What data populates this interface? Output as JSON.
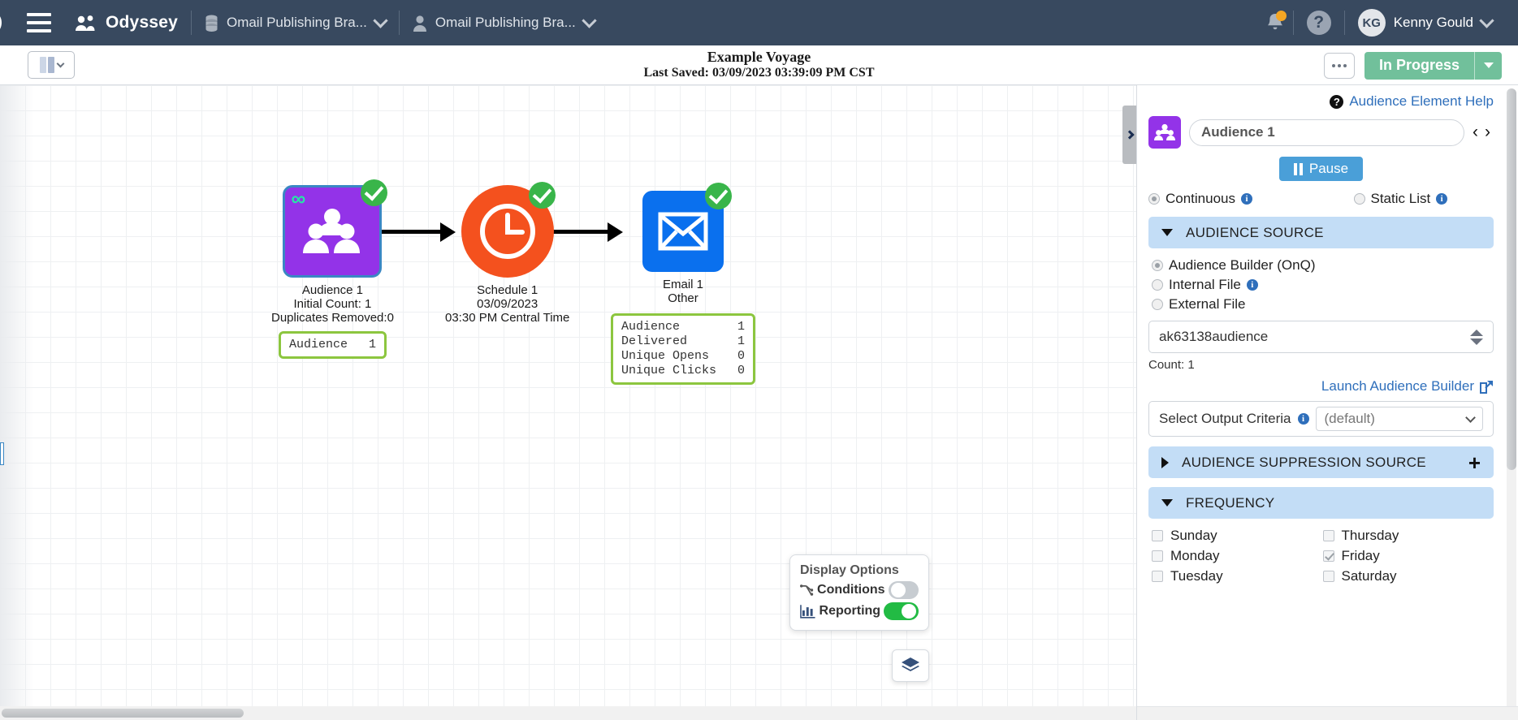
{
  "topnav": {
    "app_name": "Odyssey",
    "database_selector": "Omail Publishing Bra...",
    "account_selector": "Omail Publishing Bra...",
    "user_initials": "KG",
    "user_name": "Kenny Gould",
    "help_glyph": "?",
    "notification_badge": true
  },
  "subheader": {
    "voyage_title": "Example Voyage",
    "last_saved": "Last Saved: 03/09/2023 03:39:09 PM CST",
    "status_label": "In Progress",
    "status_color": "#71c09b"
  },
  "canvas": {
    "nodes": [
      {
        "id": "audience-1",
        "type": "audience",
        "label": "Audience 1\nInitial Count: 1\nDuplicates Removed:0",
        "color": "#9333e8",
        "completed": true,
        "continuous": true,
        "report": {
          "rows": [
            {
              "label": "Audience",
              "value": "1"
            }
          ]
        }
      },
      {
        "id": "schedule-1",
        "type": "schedule",
        "label": "Schedule 1\n03/09/2023\n03:30 PM Central Time",
        "color": "#f4511e",
        "completed": true
      },
      {
        "id": "email-1",
        "type": "email",
        "label": "Email 1\nOther",
        "color": "#0a70ee",
        "completed": true,
        "report": {
          "rows": [
            {
              "label": "Audience",
              "value": "1"
            },
            {
              "label": "Delivered",
              "value": "1"
            },
            {
              "label": "Unique Opens",
              "value": "0"
            },
            {
              "label": "Unique Clicks",
              "value": "0"
            }
          ]
        }
      }
    ],
    "display_options": {
      "title": "Display Options",
      "conditions_label": "Conditions",
      "conditions_on": false,
      "reporting_label": "Reporting",
      "reporting_on": true,
      "toggle_on_color": "#22bb44"
    }
  },
  "right_panel": {
    "help_link": "Audience Element Help",
    "element_name": "Audience 1",
    "pause_label": "Pause",
    "mode": {
      "continuous_label": "Continuous",
      "static_list_label": "Static List",
      "selected": "Continuous"
    },
    "audience_source": {
      "section_title": "AUDIENCE SOURCE",
      "expanded": true,
      "options": [
        {
          "label": "Audience Builder (OnQ)",
          "selected": true,
          "info": false
        },
        {
          "label": "Internal File",
          "selected": false,
          "info": true
        },
        {
          "label": "External File",
          "selected": false,
          "info": false
        }
      ],
      "selected_source": "ak63138audience",
      "count_text": "Count: 1",
      "launch_link": "Launch Audience Builder",
      "criteria_label": "Select Output Criteria",
      "criteria_value": "(default)"
    },
    "suppression": {
      "section_title": "AUDIENCE SUPPRESSION SOURCE",
      "expanded": false,
      "add_glyph": "+"
    },
    "frequency": {
      "section_title": "FREQUENCY",
      "expanded": true,
      "days": [
        {
          "label": "Sunday",
          "checked": false
        },
        {
          "label": "Thursday",
          "checked": false
        },
        {
          "label": "Monday",
          "checked": false
        },
        {
          "label": "Friday",
          "checked": true
        },
        {
          "label": "Tuesday",
          "checked": false
        },
        {
          "label": "Saturday",
          "checked": false
        }
      ]
    }
  }
}
